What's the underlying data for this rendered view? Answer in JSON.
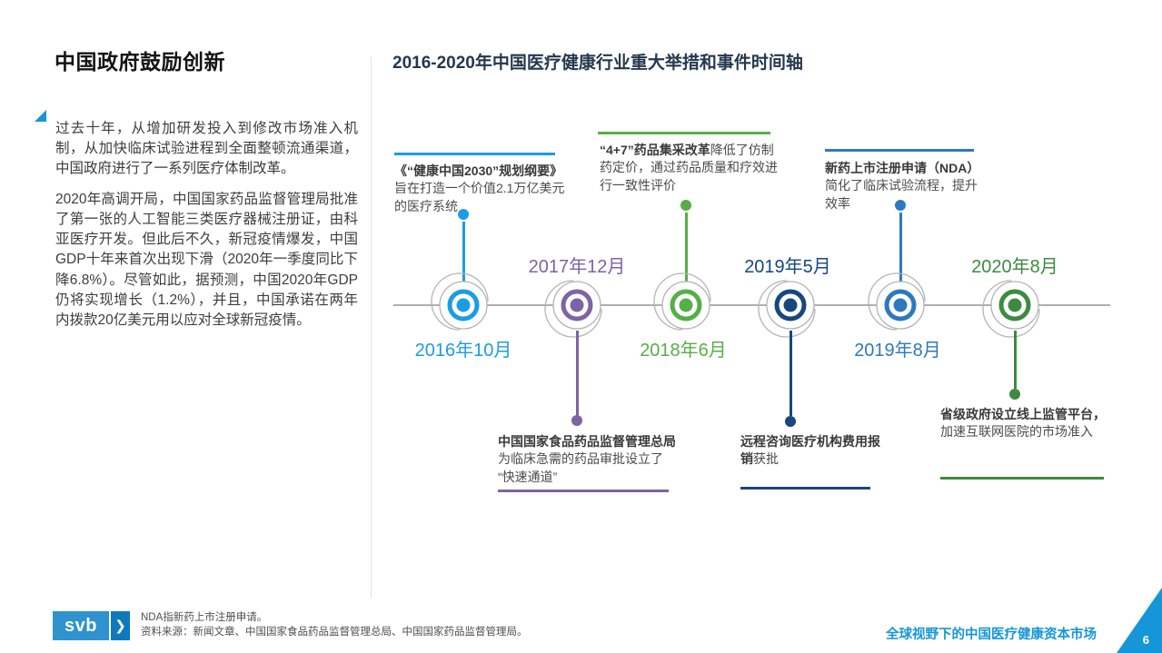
{
  "left_panel": {
    "title": "中国政府鼓励创新",
    "bullet_paragraph": "过去十年，从增加研发投入到修改市场准入机制，从加快临床试验进程到全面整顿流通渠道，中国政府进行了一系列医疗体制改革。",
    "paragraph2": "2020年高调开局，中国国家药品监督管理局批准了第一张的人工智能三类医疗器械注册证，由科亚医疗开发。但此后不久，新冠疫情爆发，中国GDP十年来首次出现下滑（2020年一季度同比下降6.8%）。尽管如此，据预测，中国2020年GDP仍将实现增长（1.2%），并且，中国承诺在两年内拨款20亿美元用以应对全球新冠疫情。"
  },
  "timeline": {
    "title": "2016-2020年中国医疗健康行业重大举措和事件时间轴",
    "axis_color": "#AFAFAF",
    "events": [
      {
        "date": "2016年10月",
        "text_side": "above",
        "color": "#1B9DE2",
        "title": "《“健康中国2030”规划纲要》",
        "desc": "旨在打造一个价值2.1万亿美元的医疗系统"
      },
      {
        "date": "2017年12月",
        "text_side": "below",
        "color": "#7E63A5",
        "title": "中国国家食品药品监督管理总局",
        "desc": "为临床急需的药品审批设立了“快速通道”"
      },
      {
        "date": "2018年6月",
        "text_side": "above",
        "color": "#56AF46",
        "title": "“4+7”药品集采改革",
        "desc": "降低了仿制药定价，通过药品质量和疗效进行一致性评价"
      },
      {
        "date": "2019年5月",
        "text_side": "below",
        "color": "#17477E",
        "title": "远程咨询医疗机构费用报销",
        "desc": "获批"
      },
      {
        "date": "2019年8月",
        "text_side": "above",
        "color": "#2E79BE",
        "title": "新药上市注册申请（NDA）",
        "desc": "简化了临床试验流程，提升效率"
      },
      {
        "date": "2020年8月",
        "text_side": "below",
        "color": "#3E8A41",
        "title": "省级政府设立线上监管平台，",
        "desc": "加速互联网医院的市场准入"
      }
    ]
  },
  "footer": {
    "logo_text": "svb",
    "chevron": "❯",
    "note_line1": "NDA指新药上市注册申请。",
    "note_line2": "资料来源：新闻文章、中国国家食品药品监督管理总局、中国国家药品监督管理局。",
    "report_title": "全球视野下的中国医疗健康资本市场",
    "page_number": "6",
    "accent_blue": "#1496D8"
  }
}
